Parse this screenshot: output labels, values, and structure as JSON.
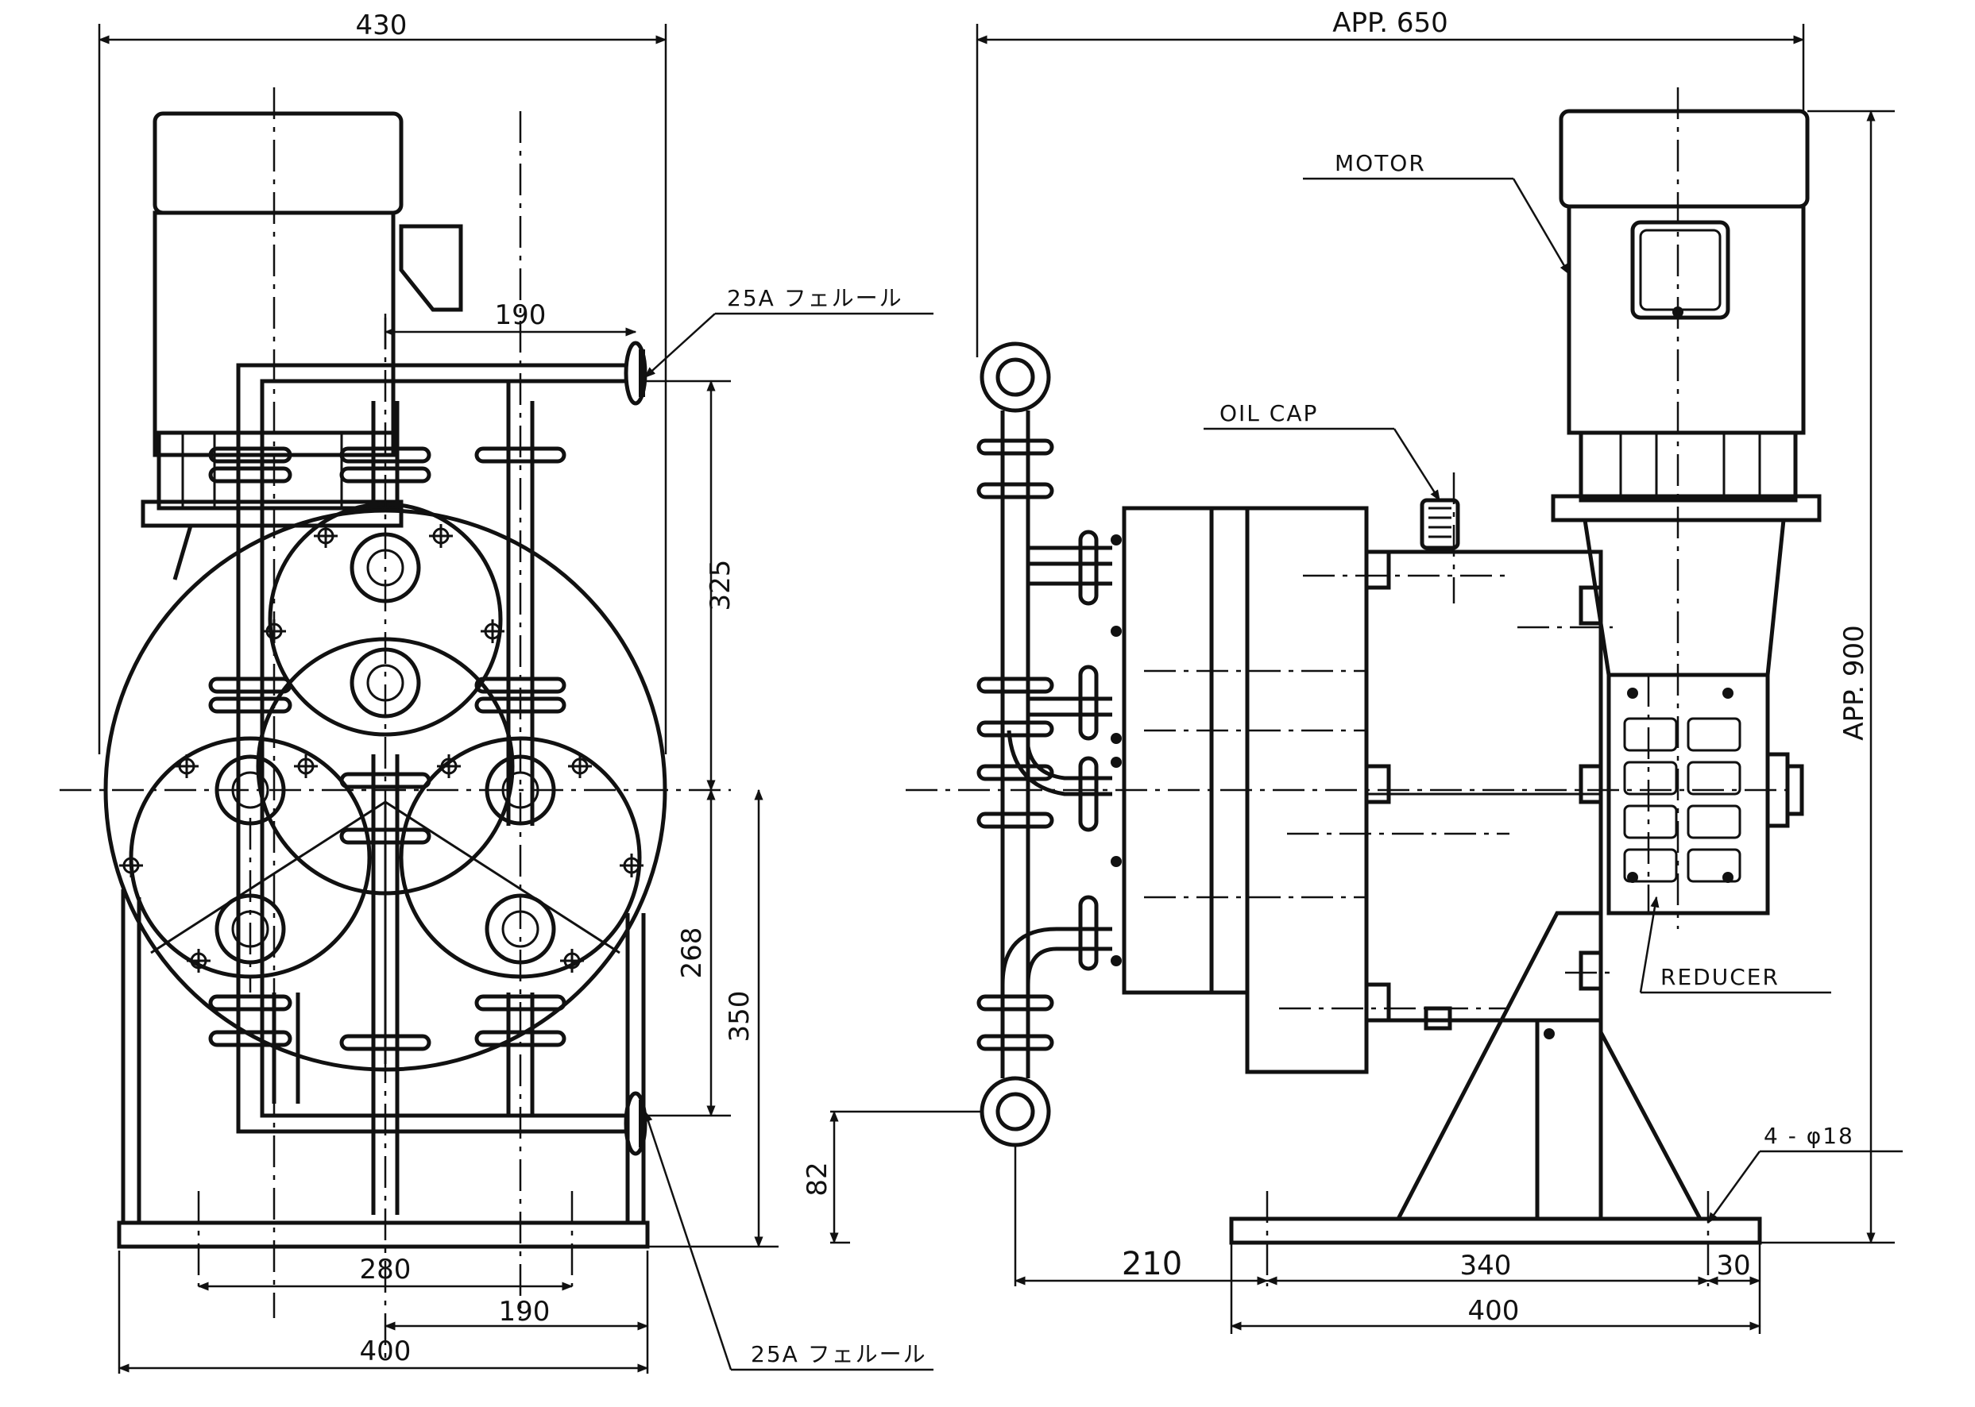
{
  "front_view": {
    "dimensions": {
      "overall_width": "430",
      "port_offset_top": "190",
      "height_325": "325",
      "height_268": "268",
      "height_350": "350",
      "height_82": "82",
      "base_280": "280",
      "base_190": "190",
      "base_400": "400"
    },
    "labels": {
      "ferrule_top": "25A フェルール",
      "ferrule_bottom": "25A フェルール"
    }
  },
  "side_view": {
    "dimensions": {
      "overall_length": "APP. 650",
      "overall_height": "APP. 900",
      "offset_210": "210",
      "base_340": "340",
      "base_30": "30",
      "base_400": "400",
      "holes": "4 - φ18"
    },
    "labels": {
      "motor": "MOTOR",
      "oil_cap": "OIL CAP",
      "reducer": "REDUCER"
    }
  },
  "colors": {
    "line": "#111111",
    "paper": "#ffffff"
  }
}
